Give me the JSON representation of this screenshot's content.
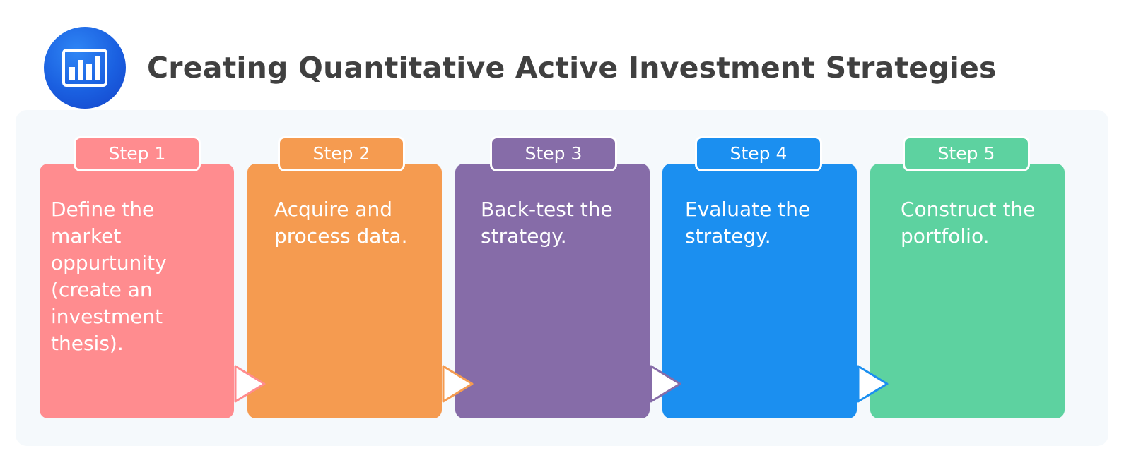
{
  "header": {
    "title": "Creating Quantitative Active Investment Strategies",
    "icon": "bar-chart-icon"
  },
  "colors": {
    "step1": "#ff8c8f",
    "step2": "#f59b50",
    "step3": "#866ca8",
    "step4": "#1b8ff0",
    "step5": "#5dd2a0",
    "panel_bg": "#f5f9fc",
    "title": "#404040"
  },
  "steps": [
    {
      "label": "Step 1",
      "text": "Define the market oppurtunity (create an investment thesis)."
    },
    {
      "label": "Step 2",
      "text": "Acquire and process data."
    },
    {
      "label": "Step 3",
      "text": "Back-test the strategy."
    },
    {
      "label": "Step 4",
      "text": "Evaluate the strategy."
    },
    {
      "label": "Step 5",
      "text": "Construct the portfolio."
    }
  ]
}
